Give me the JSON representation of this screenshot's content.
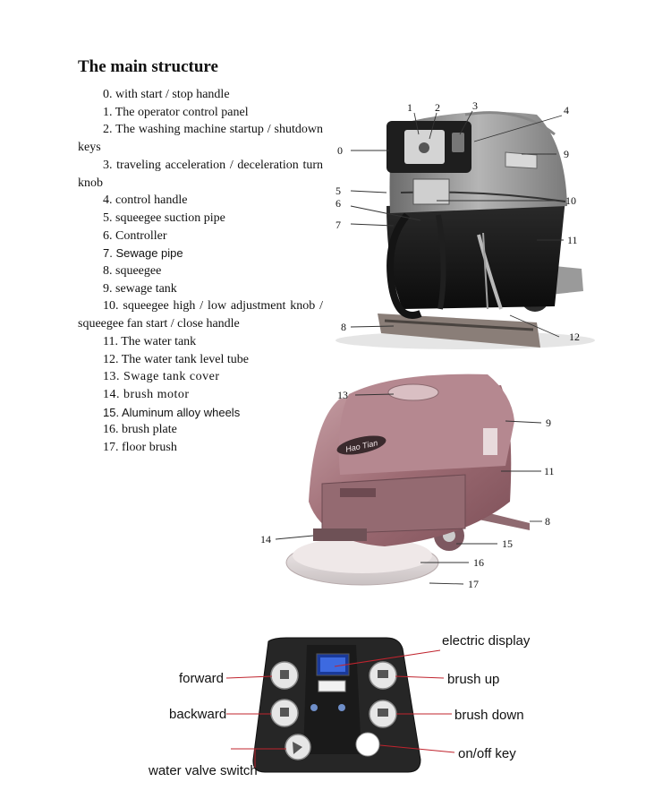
{
  "title": "The main structure",
  "parts": [
    "0. with start / stop handle",
    "1. The operator control panel",
    "2. The washing machine startup / shutdown keys",
    "3. traveling acceleration / deceleration turn knob",
    "4. control handle",
    "5. squeegee suction pipe",
    "6. Controller",
    "7. Sewage pipe",
    "8. squeegee",
    "9. sewage tank",
    "10. squeegee high / low adjustment knob / squeegee fan start / close handle",
    "11. The water tank",
    "12. The water tank level tube",
    "13. Swage tank cover",
    "14. brush motor",
    "15. Aluminum alloy wheels",
    "16. brush plate",
    "17. floor brush"
  ],
  "figure1": {
    "callouts": [
      "1",
      "2",
      "3",
      "4",
      "0",
      "9",
      "5",
      "10",
      "6",
      "7",
      "11",
      "8",
      "12"
    ]
  },
  "figure2": {
    "brand": "Hao Tian",
    "callouts": [
      "13",
      "9",
      "11",
      "14",
      "8",
      "15",
      "16",
      "17"
    ]
  },
  "panel": {
    "labels": {
      "electric_display": "electric display",
      "forward": "forward",
      "brush_up": "brush up",
      "backward": "backward",
      "brush_down": "brush down",
      "onoff_key": "on/off key",
      "water_valve_switch": "water valve switch"
    }
  }
}
